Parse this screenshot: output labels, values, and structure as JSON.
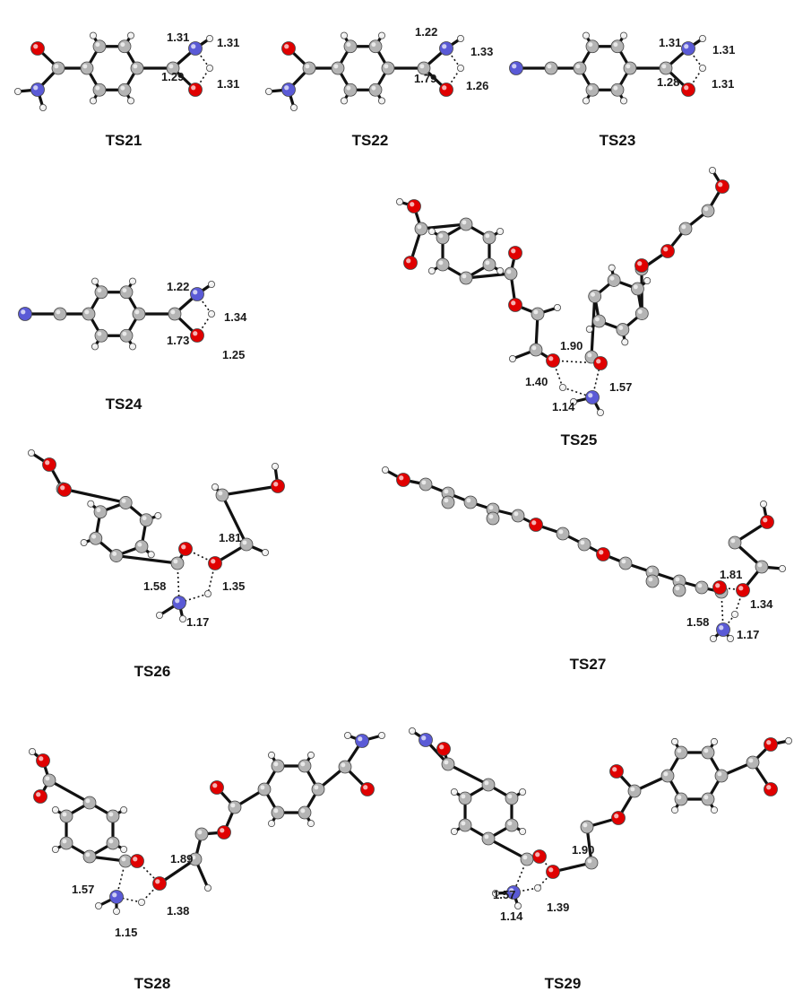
{
  "colors": {
    "carbon": "#b4b4b4",
    "oxygen": "#e00000",
    "nitrogen": "#5a5ad6",
    "hydrogen": "#f0f0f0",
    "bond": "#111111"
  },
  "structures": [
    {
      "id": "ts21",
      "title": "TS21",
      "distances": [
        "1.31",
        "1.31",
        "1.29",
        "1.31"
      ]
    },
    {
      "id": "ts22",
      "title": "TS22",
      "distances": [
        "1.22",
        "1.33",
        "1.79",
        "1.26"
      ]
    },
    {
      "id": "ts23",
      "title": "TS23",
      "distances": [
        "1.31",
        "1.31",
        "1.28",
        "1.31"
      ]
    },
    {
      "id": "ts24",
      "title": "TS24",
      "distances": [
        "1.22",
        "1.34",
        "1.73",
        "1.25"
      ]
    },
    {
      "id": "ts25",
      "title": "TS25",
      "distances": [
        "1.90",
        "1.40",
        "1.57",
        "1.14"
      ]
    },
    {
      "id": "ts26",
      "title": "TS26",
      "distances": [
        "1.81",
        "1.58",
        "1.35",
        "1.17"
      ]
    },
    {
      "id": "ts27",
      "title": "TS27",
      "distances": [
        "1.81",
        "1.34",
        "1.58",
        "1.17"
      ]
    },
    {
      "id": "ts28",
      "title": "TS28",
      "distances": [
        "1.89",
        "1.57",
        "1.38",
        "1.15"
      ]
    },
    {
      "id": "ts29",
      "title": "TS29",
      "distances": [
        "1.90",
        "1.57",
        "1.39",
        "1.14"
      ]
    }
  ]
}
